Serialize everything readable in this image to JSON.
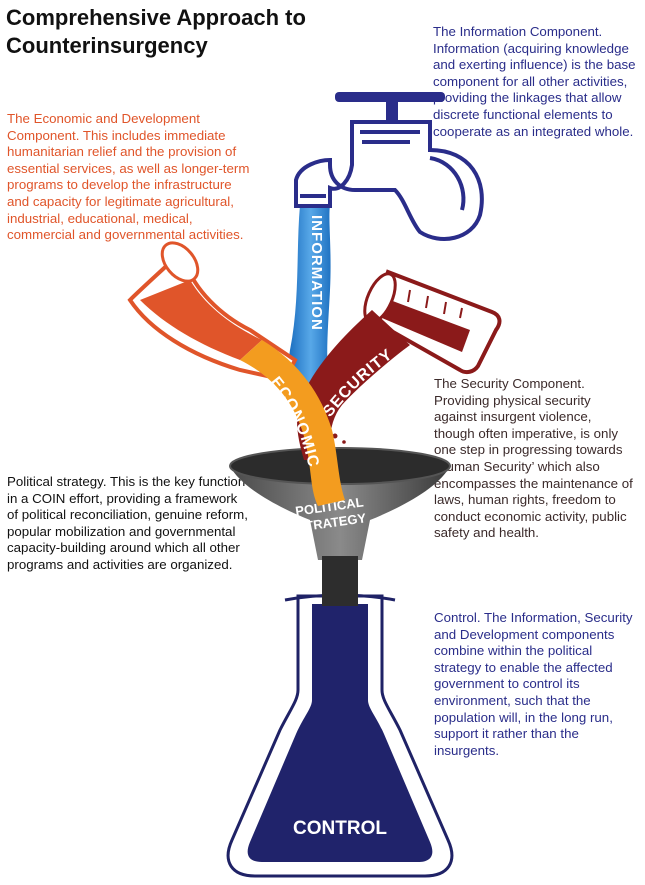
{
  "title": "Comprehensive Approach to Counterinsurgency",
  "components": {
    "information": {
      "label": "INFORMATION",
      "description": "The Information Component. Information (acquiring knowledge and exerting influence) is the base component for all other activities, providing the linkages that allow discrete functional elements to cooperate as an integrated whole.",
      "color": "#2a2d8a"
    },
    "economic": {
      "label": "ECONOMIC",
      "description": "The Economic and Development Component. This includes immediate humanitarian relief and the provision of essential services, as well as longer-term programs to develop the infrastructure and capacity for legitimate agricultural, industrial, educational, medical, commercial and governmental activities.",
      "color": "#e0552a"
    },
    "security": {
      "label": "SECURITY",
      "description": "The Security Component. Providing physical security against insurgent violence, though often imperative, is only one step in progressing towards ‘Human Security’ which also encompasses the maintenance of laws, human rights, freedom to conduct economic activity, public safety and health.",
      "color": "#8b1a1a"
    },
    "political": {
      "label_line1": "POLITICAL",
      "label_line2": "STRATEGY",
      "description": "Political strategy. This is the key function in a COIN effort, providing a framework of political reconciliation, genuine reform, popular mobilization and governmental capacity-building around which all other programs and activities are organized."
    },
    "control": {
      "label": "CONTROL",
      "description": "Control. The Information, Security and Development components combine within the political strategy to enable the affected government to control its environment, such that the population will, in the long run, support it rather than the insurgents.",
      "color": "#1f2266"
    }
  }
}
